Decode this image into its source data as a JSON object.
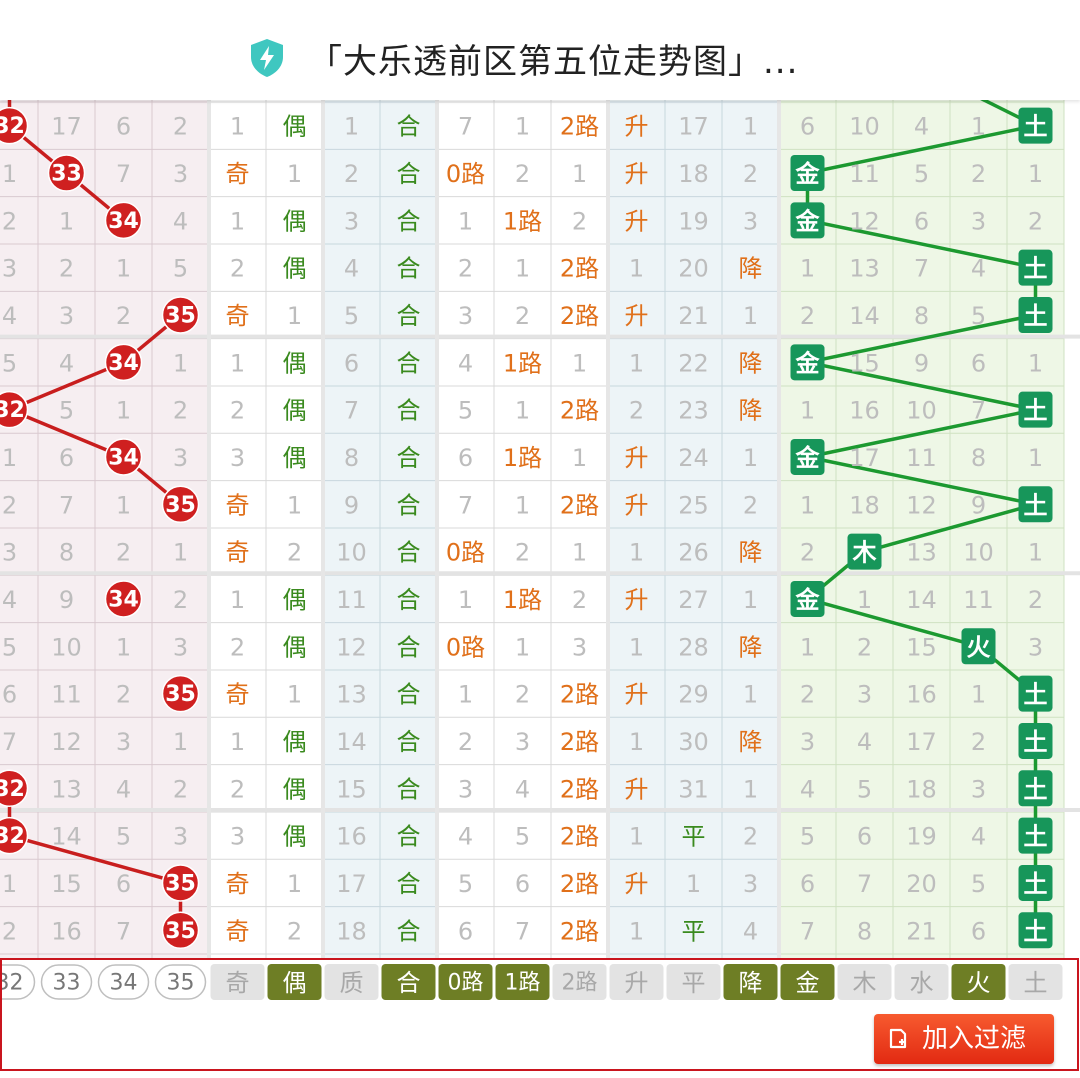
{
  "header": {
    "title": "「大乐透前区第五位走势图」...",
    "icon": "shield-bolt-icon"
  },
  "table": {
    "rows": [
      [
        "32",
        "17",
        "6",
        "2",
        "1",
        "偶",
        "1",
        "合",
        "7",
        "1",
        "2路",
        "升",
        "17",
        "1",
        "6",
        "10",
        "4",
        "1",
        "土"
      ],
      [
        "1",
        "33",
        "7",
        "3",
        "奇",
        "1",
        "2",
        "合",
        "0路",
        "2",
        "1",
        "升",
        "18",
        "2",
        "金",
        "11",
        "5",
        "2",
        "1"
      ],
      [
        "2",
        "1",
        "34",
        "4",
        "1",
        "偶",
        "3",
        "合",
        "1",
        "1路",
        "2",
        "升",
        "19",
        "3",
        "金",
        "12",
        "6",
        "3",
        "2"
      ],
      [
        "3",
        "2",
        "1",
        "5",
        "2",
        "偶",
        "4",
        "合",
        "2",
        "1",
        "2路",
        "1",
        "20",
        "降",
        "1",
        "13",
        "7",
        "4",
        "土"
      ],
      [
        "4",
        "3",
        "2",
        "35",
        "奇",
        "1",
        "5",
        "合",
        "3",
        "2",
        "2路",
        "升",
        "21",
        "1",
        "2",
        "14",
        "8",
        "5",
        "土"
      ],
      [
        "5",
        "4",
        "34",
        "1",
        "1",
        "偶",
        "6",
        "合",
        "4",
        "1路",
        "1",
        "1",
        "22",
        "降",
        "金",
        "15",
        "9",
        "6",
        "1"
      ],
      [
        "32",
        "5",
        "1",
        "2",
        "2",
        "偶",
        "7",
        "合",
        "5",
        "1",
        "2路",
        "2",
        "23",
        "降",
        "1",
        "16",
        "10",
        "7",
        "土"
      ],
      [
        "1",
        "6",
        "34",
        "3",
        "3",
        "偶",
        "8",
        "合",
        "6",
        "1路",
        "1",
        "升",
        "24",
        "1",
        "金",
        "17",
        "11",
        "8",
        "1"
      ],
      [
        "2",
        "7",
        "1",
        "35",
        "奇",
        "1",
        "9",
        "合",
        "7",
        "1",
        "2路",
        "升",
        "25",
        "2",
        "1",
        "18",
        "12",
        "9",
        "土"
      ],
      [
        "3",
        "8",
        "2",
        "1",
        "奇",
        "2",
        "10",
        "合",
        "0路",
        "2",
        "1",
        "1",
        "26",
        "降",
        "2",
        "木",
        "13",
        "10",
        "1"
      ],
      [
        "4",
        "9",
        "34",
        "2",
        "1",
        "偶",
        "11",
        "合",
        "1",
        "1路",
        "2",
        "升",
        "27",
        "1",
        "金",
        "1",
        "14",
        "11",
        "2"
      ],
      [
        "5",
        "10",
        "1",
        "3",
        "2",
        "偶",
        "12",
        "合",
        "0路",
        "1",
        "3",
        "1",
        "28",
        "降",
        "1",
        "2",
        "15",
        "火",
        "3"
      ],
      [
        "6",
        "11",
        "2",
        "35",
        "奇",
        "1",
        "13",
        "合",
        "1",
        "2",
        "2路",
        "升",
        "29",
        "1",
        "2",
        "3",
        "16",
        "1",
        "土"
      ],
      [
        "7",
        "12",
        "3",
        "1",
        "1",
        "偶",
        "14",
        "合",
        "2",
        "3",
        "2路",
        "1",
        "30",
        "降",
        "3",
        "4",
        "17",
        "2",
        "土"
      ],
      [
        "32",
        "13",
        "4",
        "2",
        "2",
        "偶",
        "15",
        "合",
        "3",
        "4",
        "2路",
        "升",
        "31",
        "1",
        "4",
        "5",
        "18",
        "3",
        "土"
      ],
      [
        "32",
        "14",
        "5",
        "3",
        "3",
        "偶",
        "16",
        "合",
        "4",
        "5",
        "2路",
        "1",
        "平",
        "2",
        "5",
        "6",
        "19",
        "4",
        "土"
      ],
      [
        "1",
        "15",
        "6",
        "35",
        "奇",
        "1",
        "17",
        "合",
        "5",
        "6",
        "2路",
        "升",
        "1",
        "3",
        "6",
        "7",
        "20",
        "5",
        "土"
      ],
      [
        "2",
        "16",
        "7",
        "35",
        "奇",
        "2",
        "18",
        "合",
        "6",
        "7",
        "2路",
        "1",
        "平",
        "4",
        "7",
        "8",
        "21",
        "6",
        "土"
      ]
    ]
  },
  "filters": [
    {
      "label": "32",
      "selected": false
    },
    {
      "label": "33",
      "selected": false
    },
    {
      "label": "34",
      "selected": false
    },
    {
      "label": "35",
      "selected": false
    },
    {
      "label": "奇",
      "selected": false
    },
    {
      "label": "偶",
      "selected": true
    },
    {
      "label": "质",
      "selected": false
    },
    {
      "label": "合",
      "selected": true
    },
    {
      "label": "0路",
      "selected": true
    },
    {
      "label": "1路",
      "selected": true
    },
    {
      "label": "2路",
      "selected": false
    },
    {
      "label": "升",
      "selected": false
    },
    {
      "label": "平",
      "selected": false
    },
    {
      "label": "降",
      "selected": true
    },
    {
      "label": "金",
      "selected": true
    },
    {
      "label": "木",
      "selected": false
    },
    {
      "label": "水",
      "selected": false
    },
    {
      "label": "火",
      "selected": true
    },
    {
      "label": "土",
      "selected": false
    }
  ],
  "actions": {
    "add_filter_label": "加入过滤",
    "add_filter_icon": "add-filter-icon"
  },
  "colors": {
    "ball_red": "#cf2020",
    "trend_line_red": "#c81e1e",
    "orange_text": "#e0701a",
    "green_text": "#3a8a1e",
    "element_green": "#17965a",
    "trend_line_green": "#1c9930",
    "selected_filter": "#6e7e25",
    "panel_border": "#c9151e",
    "button_red": "#f23a1a"
  }
}
